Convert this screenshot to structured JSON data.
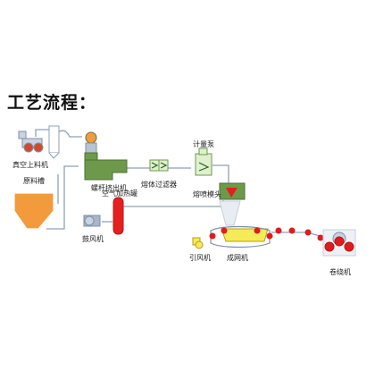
{
  "title": "工艺流程：",
  "labels": {
    "vacuum_loader": "真空上料机",
    "raw_tank": "原料槽",
    "extruder": "螺杆挤出机",
    "air_heater": "空气加热罐",
    "melt_filter": "熔体过滤器",
    "metering_pump": "计量泵",
    "spinneret": "熔喷模头",
    "blower": "鼓风机",
    "suction_fan": "引风机",
    "web_former": "成网机",
    "winder": "卷绕机"
  },
  "colors": {
    "pipe": "#8fa0b8",
    "green_equipment": "#6d9a4a",
    "light_green": "#dff0cf",
    "orange_tank": "#f39a3c",
    "red_heater": "#e51f1f",
    "yellow_collector": "#f4ea5a",
    "roll_red": "#e11b1b",
    "gray_blue": "#a9b6c8"
  }
}
